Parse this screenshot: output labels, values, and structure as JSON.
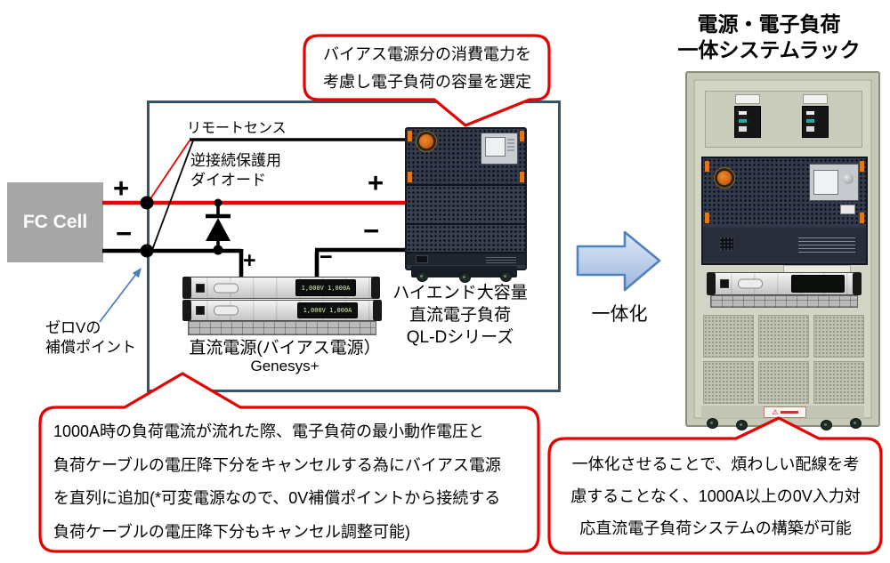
{
  "title": {
    "lines": [
      "電源・電子負荷",
      "一体システムラック"
    ]
  },
  "callouts": {
    "top": {
      "lines": [
        "バイアス電源分の消費電力を",
        "考慮し電子負荷の容量を選定"
      ]
    },
    "bottom_left": {
      "lines": [
        "1000A時の負荷電流が流れた際、電子負荷の最小動作電圧と",
        "負荷ケーブルの電圧降下分をキャンセルする為にバイアス電源",
        "を直列に追加(*可変電源なので、0V補償ポイントから接続する",
        "負荷ケーブルの電圧降下分もキャンセル調整可能)"
      ]
    },
    "bottom_right": {
      "lines": [
        "一体化させることで、煩わしい配線を考",
        "慮することなく、1000A以上の0V入力対",
        "応直流電子負荷システムの構築が可能"
      ]
    }
  },
  "labels": {
    "fc_cell": "FC Cell",
    "remote_sense": "リモートセンス",
    "diode": [
      "逆接続保護用",
      "ダイオード"
    ],
    "zero_v": [
      "ゼロVの",
      "補償ポイント"
    ],
    "bias_supply": "直流電源(バイアス電源）",
    "bias_model": "Genesys+",
    "load": [
      "ハイエンド大容量",
      "直流電子負荷",
      "QL-Dシリーズ"
    ],
    "integration": "一体化"
  },
  "symbols": {
    "plus": "+",
    "minus": "−"
  },
  "icons": {
    "warning": "⚠"
  },
  "equipment": {
    "genesys_display": "1,000V  1,000A"
  },
  "colors": {
    "callout_border": "#e60000",
    "system_box": "#34536f",
    "wire_positive": "#f00000",
    "wire_negative": "#000000",
    "arrow_border": "#4f81bd",
    "arrow_fill_top": "#dfe8f6",
    "arrow_fill_bottom": "#9cb6de",
    "fc_cell_bg": "#a6a6a6",
    "rack_body": "#c6c9b8",
    "unit_body": "#2e3545"
  }
}
